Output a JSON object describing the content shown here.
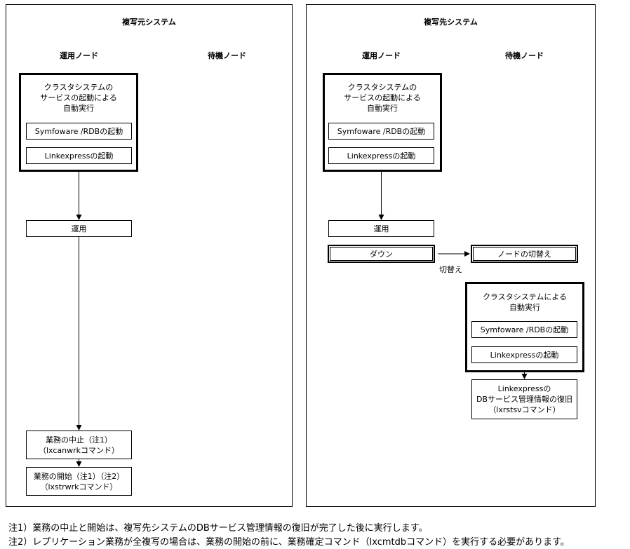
{
  "left": {
    "title": "複写元システム",
    "col_active": "運用ノード",
    "col_standby": "待機ノード",
    "startup_group": {
      "title": "クラスタシステムの\nサービスの起動による\n自動実行",
      "items": [
        "Symfoware /RDBの起動",
        "Linkexpressの起動"
      ]
    },
    "operation": "運用",
    "stop_task": "業務の中止（注1）\n（lxcanwrkコマンド）",
    "start_task": "業務の開始（注1）（注2）\n（lxstrwrkコマンド）"
  },
  "right": {
    "title": "複写先システム",
    "col_active": "運用ノード",
    "col_standby": "待機ノード",
    "startup_group": {
      "title": "クラスタシステムの\nサービスの起動による\n自動実行",
      "items": [
        "Symfoware /RDBの起動",
        "Linkexpressの起動"
      ]
    },
    "operation": "運用",
    "down": "ダウン",
    "switch_label": "切替え",
    "node_switch": "ノードの切替え",
    "cluster_group": {
      "title": "クラスタシステムによる\n自動実行",
      "items": [
        "Symfoware /RDBの起動",
        "Linkexpressの起動"
      ]
    },
    "restore": "Linkexpressの\nDBサービス管理情報の復旧\n（lxrstsvコマンド）"
  },
  "notes": [
    "注1）業務の中止と開始は、複写先システムのDBサービス管理情報の復旧が完了した後に実行します。",
    "注2）レプリケーション業務が全複写の場合は、業務の開始の前に、業務確定コマンド（lxcmtdbコマンド）を実行する必要があります。"
  ]
}
